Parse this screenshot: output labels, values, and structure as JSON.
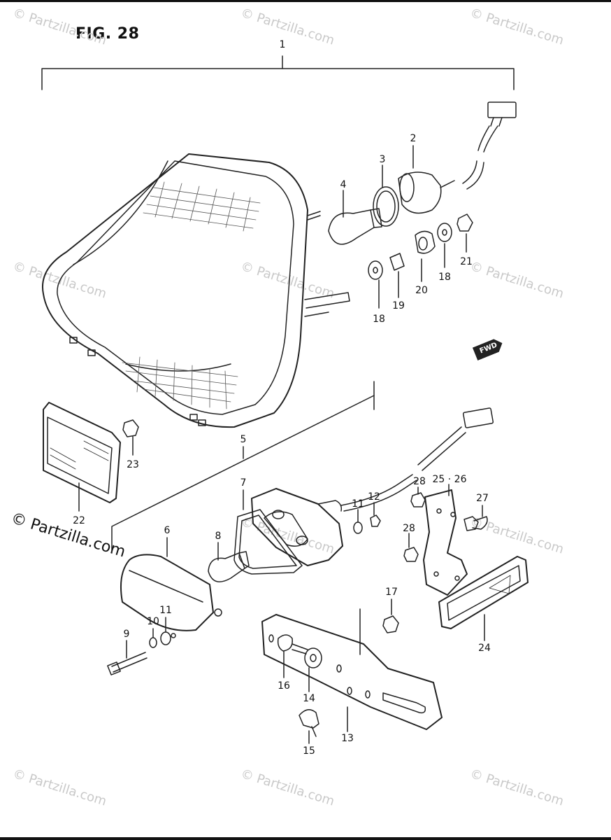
{
  "figure": {
    "title": "FIG. 28"
  },
  "watermark": {
    "text": "© Partzilla.com"
  },
  "fwd_label": "FWD",
  "footnote": "",
  "callouts": [
    {
      "id": "c1",
      "label": "1"
    },
    {
      "id": "c2",
      "label": "2"
    },
    {
      "id": "c3",
      "label": "3"
    },
    {
      "id": "c4",
      "label": "4"
    },
    {
      "id": "c5",
      "label": "5"
    },
    {
      "id": "c6",
      "label": "6"
    },
    {
      "id": "c7",
      "label": "7"
    },
    {
      "id": "c8",
      "label": "8"
    },
    {
      "id": "c9",
      "label": "9"
    },
    {
      "id": "c10",
      "label": "10"
    },
    {
      "id": "c11a",
      "label": "11"
    },
    {
      "id": "c11b",
      "label": "11"
    },
    {
      "id": "c12",
      "label": "12"
    },
    {
      "id": "c13",
      "label": "13"
    },
    {
      "id": "c14",
      "label": "14"
    },
    {
      "id": "c15",
      "label": "15"
    },
    {
      "id": "c16",
      "label": "16"
    },
    {
      "id": "c17",
      "label": "17"
    },
    {
      "id": "c18a",
      "label": "18"
    },
    {
      "id": "c18b",
      "label": "18"
    },
    {
      "id": "c19",
      "label": "19"
    },
    {
      "id": "c20",
      "label": "20"
    },
    {
      "id": "c21",
      "label": "21"
    },
    {
      "id": "c22",
      "label": "22"
    },
    {
      "id": "c23",
      "label": "23"
    },
    {
      "id": "c24",
      "label": "24"
    },
    {
      "id": "c2526",
      "label": "25 · 26"
    },
    {
      "id": "c27",
      "label": "27"
    },
    {
      "id": "c28a",
      "label": "28"
    },
    {
      "id": "c28b",
      "label": "28"
    }
  ]
}
